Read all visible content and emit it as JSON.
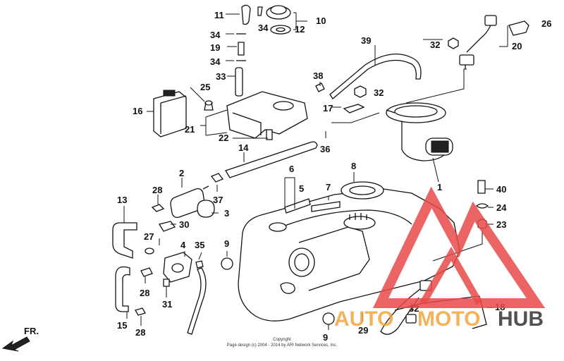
{
  "diagram": {
    "part_labels": [
      "1",
      "2",
      "3",
      "4",
      "5",
      "6",
      "7",
      "8",
      "9",
      "10",
      "11",
      "12",
      "13",
      "14",
      "15",
      "16",
      "17",
      "18",
      "19",
      "20",
      "21",
      "22",
      "23",
      "24",
      "25",
      "26",
      "27",
      "28",
      "29",
      "30",
      "31",
      "32",
      "33",
      "34",
      "35",
      "36",
      "37",
      "38",
      "39",
      "40"
    ],
    "direction_label": "FR.",
    "copyright_line1": "Copyright",
    "copyright_line2": "Page design (c) 2004 - 2014 by ARI Network Services, Inc."
  },
  "watermark": {
    "text_auto": "AUTO",
    "text_moto": "MOTO",
    "text_hub": "HUB",
    "color_red": "#e84a4a",
    "color_orange": "#f0a030",
    "color_dark": "#333333"
  }
}
